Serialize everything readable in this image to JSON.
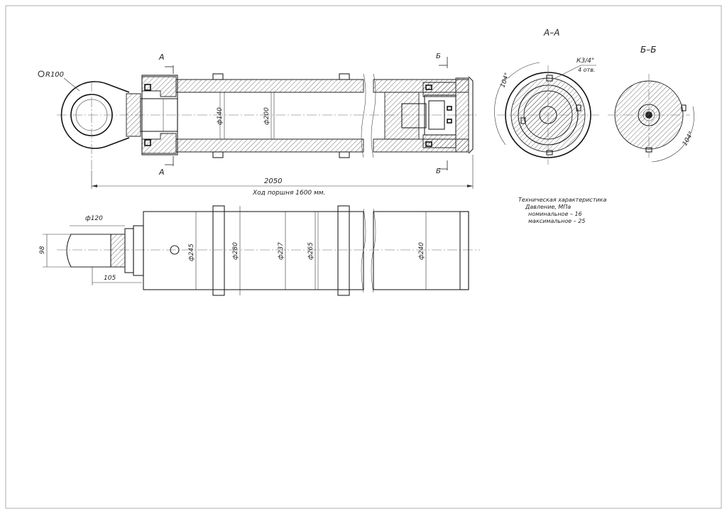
{
  "labels": {
    "section_a_left_top": "А",
    "section_a_left_bottom": "А",
    "section_b_top": "Б",
    "section_b_bottom": "Б",
    "view_aa_title": "А–А",
    "view_bb_title": "Б–Б",
    "radius": "R100",
    "dia_rod": "ф140",
    "dia_bore": "ф200",
    "overall_length": "2050",
    "stroke": "Ход поршня 1600 мм.",
    "dia_end": "ф120",
    "height_98": "98",
    "len_105": "105",
    "dia_245": "ф245",
    "dia_280": "ф280",
    "dia_237": "ф237",
    "dia_265": "ф265",
    "dia_240": "ф240",
    "thread": "К3/4\"",
    "holes": "4 отв.",
    "angle_aa": "104°",
    "angle_bb": "104°"
  },
  "tech": {
    "title": "Техническая характеристика",
    "pressure": "Давление, МПа",
    "nominal": "номинальное  – 16",
    "maximum": "максимальное – 25"
  }
}
